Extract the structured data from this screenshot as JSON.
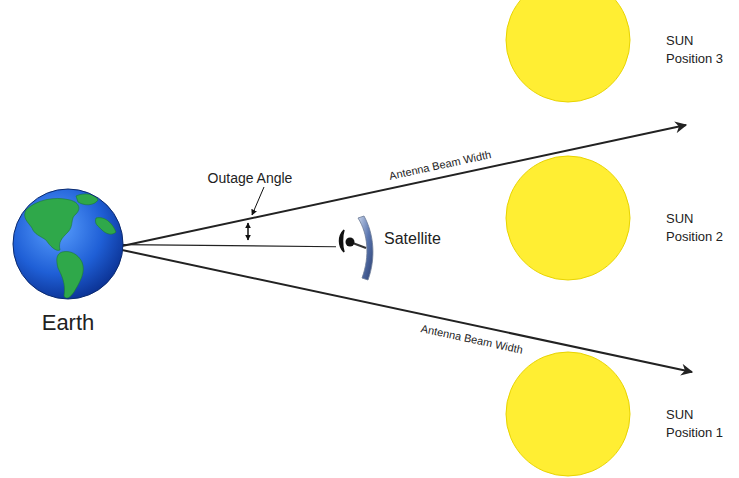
{
  "diagram": {
    "nodes": [
      {
        "text": [
          "Earth"
        ]
      },
      {
        "text": [
          "Satellite"
        ]
      },
      {
        "text": [
          "SUN Position 3"
        ]
      },
      {
        "text": [
          "SUN Position 2"
        ]
      },
      {
        "text": [
          "SUN Position 1"
        ]
      }
    ],
    "edges": [
      {
        "from": 0,
        "to": 1,
        "arrow": "none"
      }
    ],
    "labels": [
      "Outage Angle",
      "Antenna Beam Width",
      "Antenna Beam Width"
    ]
  }
}
